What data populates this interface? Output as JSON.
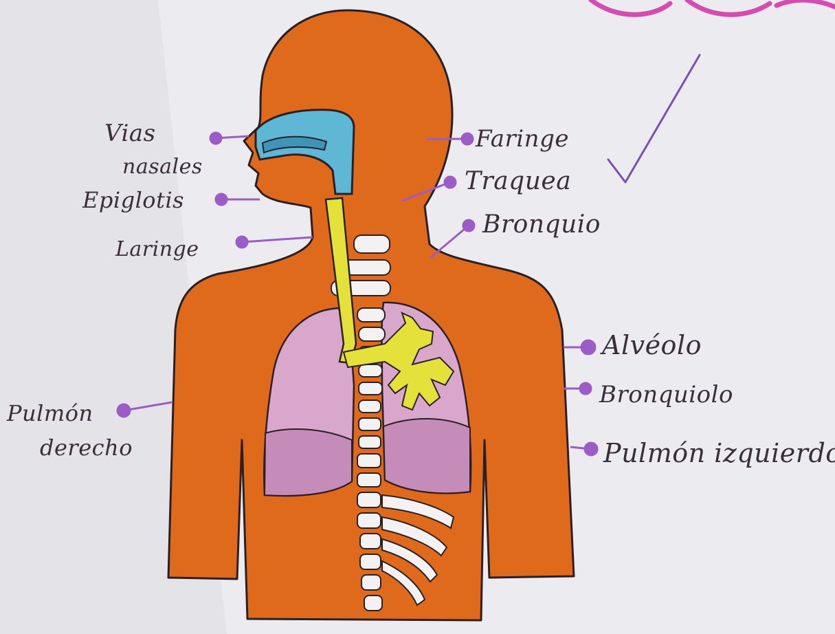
{
  "diagram": {
    "labels": {
      "vias_nasales_line1": "Vias",
      "vias_nasales_line2": "nasales",
      "epiglotis": "Epiglotis",
      "laringe": "Laringe",
      "faringe": "Faringe",
      "traquea": "Traquea",
      "bronquio": "Bronquio",
      "alveolo": "Alvéolo",
      "bronquiolo": "Bronquiolo",
      "pulmon_izquierdo": "Pulmón izquierdo",
      "pulmon_derecho_line1": "Pulmón",
      "pulmon_derecho_line2": "derecho"
    },
    "colors": {
      "paper": "#ececf0",
      "body": "#df6a1c",
      "nasal": "#5fb7d6",
      "trachea": "#e4e23a",
      "lung": "#d9a6cc",
      "lung_shade": "#b97aa8",
      "bone": "#f4f1f2",
      "pointer": "#9c5cc7",
      "ink": "#2a2024",
      "check": "#7a4fb8",
      "swirl": "#d44cb0"
    }
  }
}
